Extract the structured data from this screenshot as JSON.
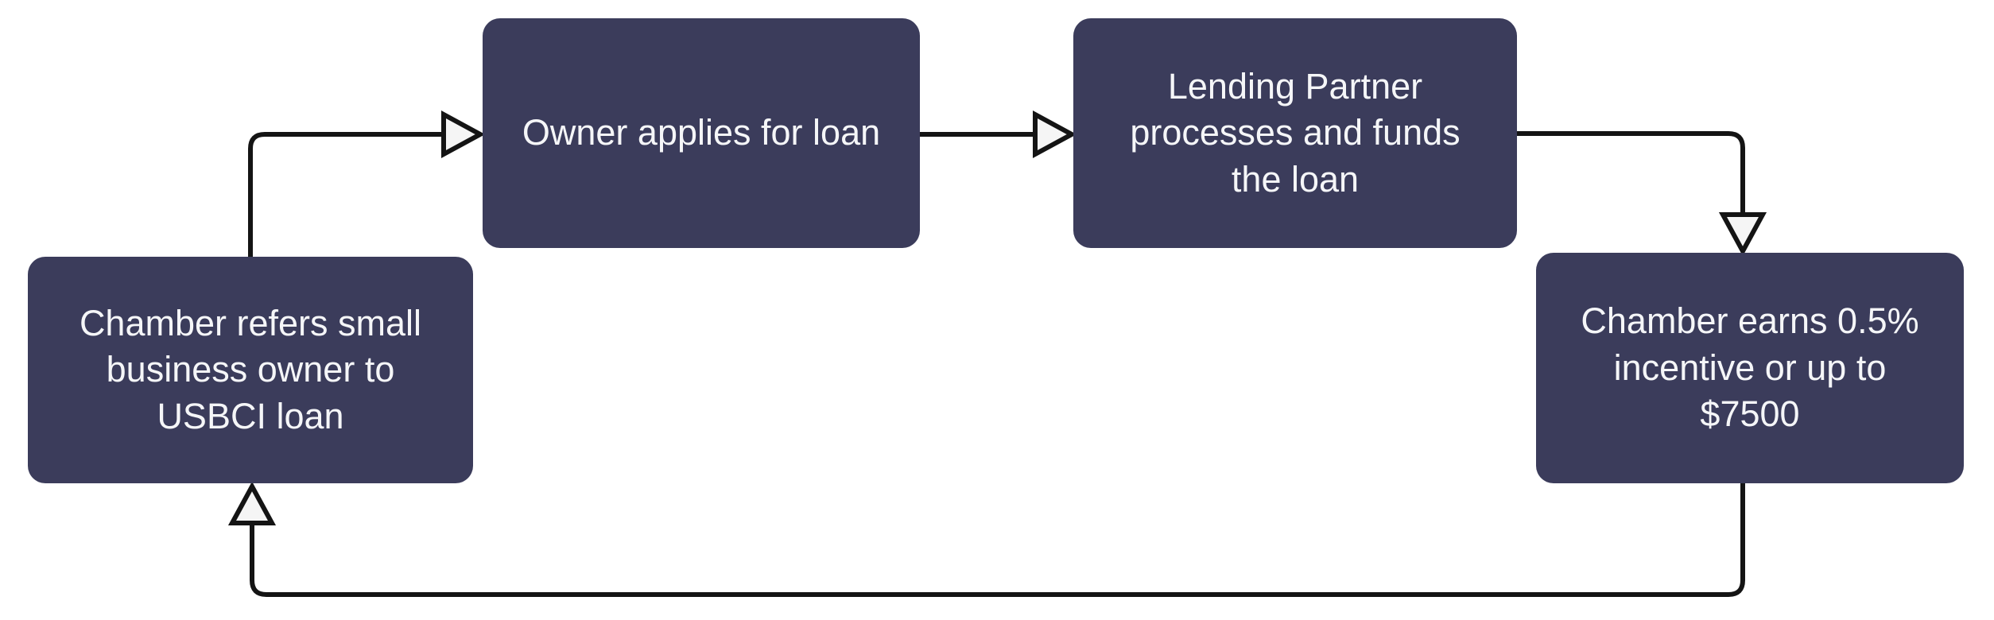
{
  "diagram": {
    "type": "flowchart-cycle",
    "colors": {
      "background": "#ffffff",
      "node_fill": "#3b3c5b",
      "node_text_color": "#f5f6f8",
      "connector_color": "#141414",
      "arrowhead_fill": "#f5f5f5"
    },
    "nodes": [
      {
        "id": "refer",
        "label": "Chamber refers small business owner to USBCI loan"
      },
      {
        "id": "apply",
        "label": "Owner applies for loan"
      },
      {
        "id": "fund",
        "label": "Lending Partner processes and funds the loan"
      },
      {
        "id": "earn",
        "label": "Chamber earns 0.5% incentive or up to $7500"
      }
    ],
    "edges": [
      {
        "from": "refer",
        "to": "apply"
      },
      {
        "from": "apply",
        "to": "fund"
      },
      {
        "from": "fund",
        "to": "earn"
      },
      {
        "from": "earn",
        "to": "refer"
      }
    ]
  }
}
